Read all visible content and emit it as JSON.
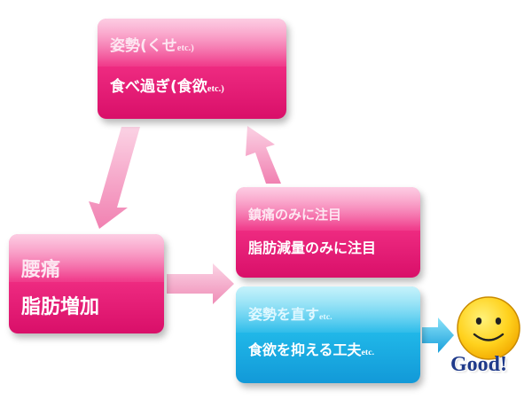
{
  "colors": {
    "pink": "#ef2c82",
    "blue": "#21b9e9",
    "arrow_pink": "#f4a0c3",
    "arrow_blue": "#27b3e7",
    "smiley": "#ffd21e",
    "good_text": "#1f3a8a"
  },
  "boxes": {
    "top": {
      "line1": "姿勢(くせ",
      "line1_suffix": "etc.)",
      "line2": "食べ過ぎ(食欲",
      "line2_suffix": "etc.)"
    },
    "left": {
      "line1": "腰痛",
      "line2": "脂肪増加"
    },
    "mid": {
      "line1": "鎮痛のみに注目",
      "line2": "脂肪減量のみに注目"
    },
    "bottom": {
      "line1": "姿勢を直す",
      "line1_suffix": "etc.",
      "line2": "食欲を抑える工夫",
      "line2_suffix": "etc."
    }
  },
  "icons": {
    "smiley": "smiley-face-icon"
  },
  "good": "Good!"
}
